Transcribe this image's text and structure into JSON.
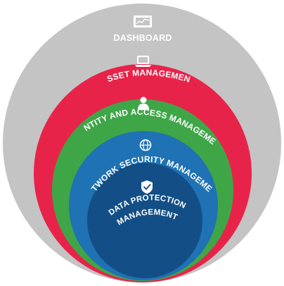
{
  "diagram": {
    "layers": [
      {
        "id": "dashboard",
        "label": "DASHBOARD",
        "color": "#c4c4c4",
        "icon": "monitor-dashboard-icon"
      },
      {
        "id": "asset",
        "label": "ASSET MANAGEMENT",
        "color": "#e8234a",
        "icon": "laptop-icon"
      },
      {
        "id": "identity",
        "label": "IDENTITY AND ACCESS MANAGEMENT",
        "color": "#3fa648",
        "icon": "user-icon"
      },
      {
        "id": "network",
        "label": "NETWORK SECURITY MANAGEMENT",
        "color": "#1f72b4",
        "icon": "globe-icon"
      },
      {
        "id": "data",
        "label_line1": "DATA PROTECTION",
        "label_line2": "MANAGEMENT",
        "color": "#134f86",
        "icon": "shield-check-icon"
      }
    ]
  }
}
